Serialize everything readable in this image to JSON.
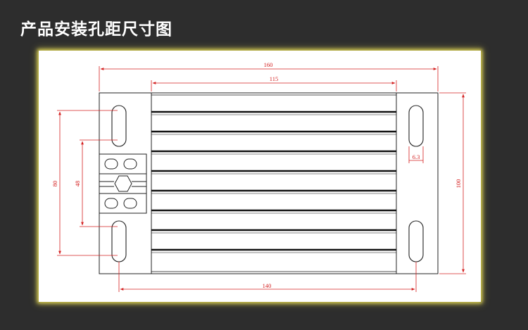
{
  "page": {
    "title": "产品安装孔距尺寸图"
  },
  "dimensions": {
    "overall_width": "160",
    "fin_section_width": "115",
    "hole_spacing_width": "140",
    "overall_height": "100",
    "hole_spacing_height": "80",
    "terminal_height": "48",
    "slot_width": "6.3"
  },
  "colors": {
    "dimension": "#d42020",
    "outline": "#222222",
    "glow": "#d9cf52"
  }
}
